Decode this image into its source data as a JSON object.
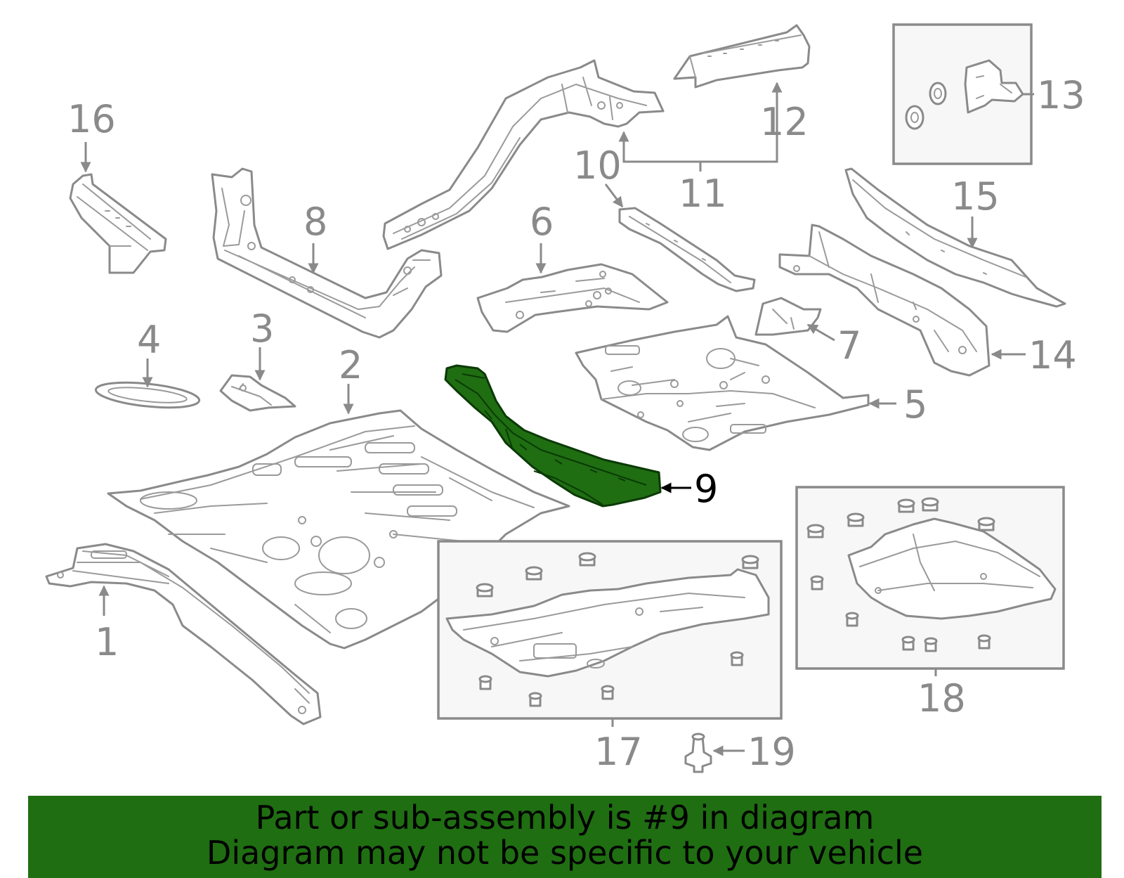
{
  "diagram": {
    "callouts": [
      "1",
      "2",
      "3",
      "4",
      "5",
      "6",
      "7",
      "8",
      "9",
      "10",
      "11",
      "12",
      "13",
      "14",
      "15",
      "16",
      "17",
      "18",
      "19"
    ],
    "highlighted_part": "9",
    "colors": {
      "line_art": "#8a8a8a",
      "highlight": "#1f6e12",
      "banner": "#1f6e12",
      "banner_text": "#000000",
      "box_fill": "#f7f7f7"
    }
  },
  "banner": {
    "line1": "Part or sub-assembly is #9 in diagram",
    "line2": "Diagram may not be specific to your vehicle"
  }
}
